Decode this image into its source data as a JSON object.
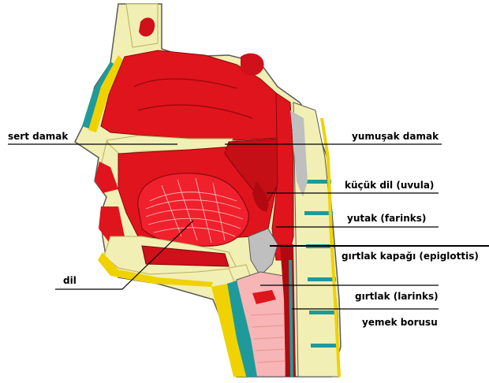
{
  "labels": {
    "hard_palate": "sert damak",
    "tongue": "dil",
    "soft_palate": "yumuşak damak",
    "uvula": "küçük dil (uvula)",
    "pharynx": "yutak (farinks)",
    "epiglottis": "gırtlak kapağı (epiglottis)",
    "larynx": "gırtlak (larinks)",
    "esophagus": "yemek borusu"
  },
  "colors": {
    "tissue_red": "#e0141c",
    "dark_red": "#b00a10",
    "tongue_red": "#f0202c",
    "bone_cream": "#f2efb4",
    "bone_outline": "#b8b060",
    "cartilage_teal": "#1f9a9a",
    "fat_yellow": "#f0d200",
    "mucosa_pink": "#f7b5b5",
    "outline_gray": "#5a5a5a",
    "grey_fill": "#bfbfbf"
  }
}
